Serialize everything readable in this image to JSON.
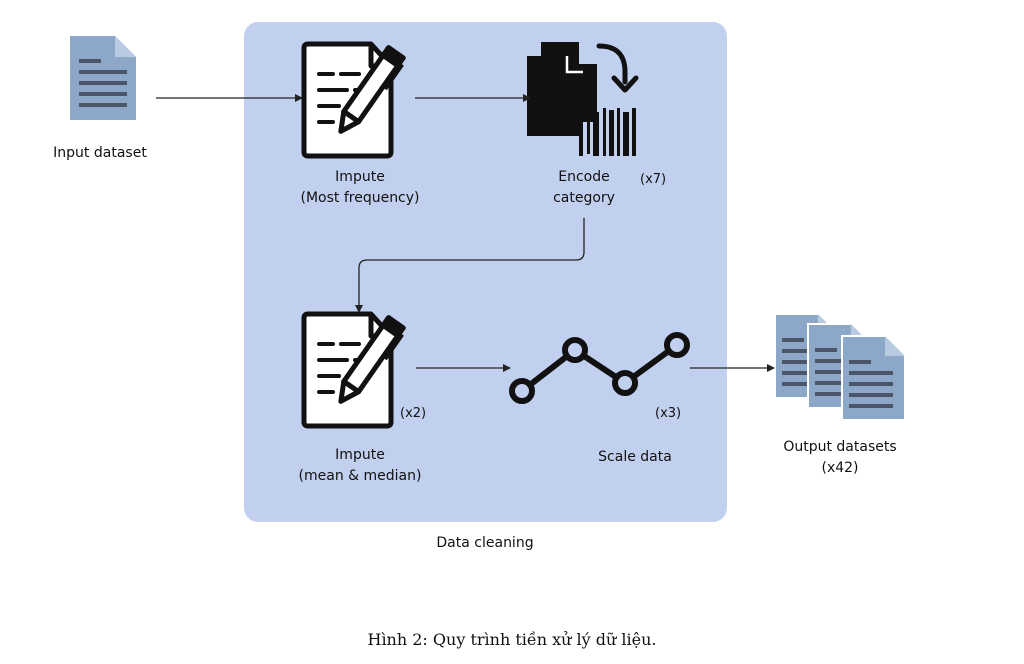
{
  "input": {
    "label": "Input dataset"
  },
  "data_cleaning": {
    "label": "Data cleaning",
    "impute_freq": {
      "line1": "Impute",
      "line2": "(Most frequency)"
    },
    "encode": {
      "line1": "Encode",
      "line2": "category",
      "multiplier": "(x7)"
    },
    "impute_mean": {
      "line1": "Impute",
      "line2": "(mean & median)",
      "multiplier": "(x2)"
    },
    "scale": {
      "label": "Scale data",
      "multiplier": "(x3)"
    }
  },
  "output": {
    "line1": "Output datasets",
    "line2": "(x42)"
  },
  "figure_caption": "Hình 2: Quy trình tiền xử lý dữ liệu.",
  "colors": {
    "panel": "#c2d0ef",
    "doc_icon": "#8da7c8",
    "doc_lines": "#4b5568",
    "arrow": "#222222"
  }
}
